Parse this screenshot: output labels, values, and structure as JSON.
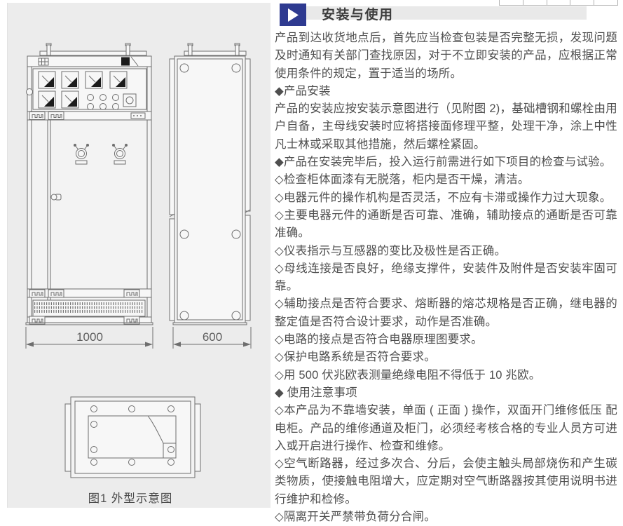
{
  "page": {
    "accent_color": "#2e3a90",
    "band_color": "#e9e9e9",
    "panel_color": "#ececec"
  },
  "figure": {
    "caption": "图1 外型示意图",
    "front_width_label": "1000",
    "side_depth_label": "600"
  },
  "section": {
    "title": "安装与使用",
    "play_icon": "play-arrow-icon",
    "paragraphs": [
      "产品到达收货地点后，首先应当检查包装是否完整无损，发现问题及时通知有关部门查找原因，对于不立即安装的产品，应根据正常使用条件的规定，置于适当的场所。",
      "◆产品安装",
      "产品的安装应按安装示意图进行（见附图 2)，基础槽钢和螺栓由用户自备，主母线安装时应将搭接面修理平整，处理干净，涂上中性凡士林或采取其他措施，然后螺栓紧固。",
      "◆产品在安装完毕后，投入运行前需进行如下项目的检查与试验。",
      "◇检查柜体面漆有无脱落，柜内是否干燥，清洁。",
      "◇电器元件的操作机构是否灵活，不应有卡滞或操作力过大现象。",
      "◇主要电器元件的通断是否可靠、准确，辅助接点的通断是否可靠准确。",
      "◇仪表指示与互感器的变比及极性是否正确。",
      "◇母线连接是否良好，绝缘支撑件，安装件及附件是否安装牢固可靠。",
      "◇辅助接点是否符合要求、熔断器的熔芯规格是否正确，继电器的整定值是否符合设计要求，动作是否准确。",
      "◇电路的接点是否符合电器原理图要求。",
      "◇保护电路系统是否符合要求。",
      "◇用 500 伏兆欧表测量绝缘电阻不得低于 10 兆欧。",
      "◆ 使用注意事项",
      "◇本产品为不靠墙安装，单面 ( 正面 ) 操作，双面开门维修低压 配电柜。产品的维修通道及柜门，必须经考核合格的专业人员方可进入或开启进行操作、检查和维修。",
      "◇空气断路器，经过多次合、分后，会使主触头局部烧伤和产生碳类物质，使接触电阻增大，应定期对空气断路器按其使用说明书进行维护和检修。",
      "◇隔离开关严禁带负荷分合闸。"
    ]
  }
}
